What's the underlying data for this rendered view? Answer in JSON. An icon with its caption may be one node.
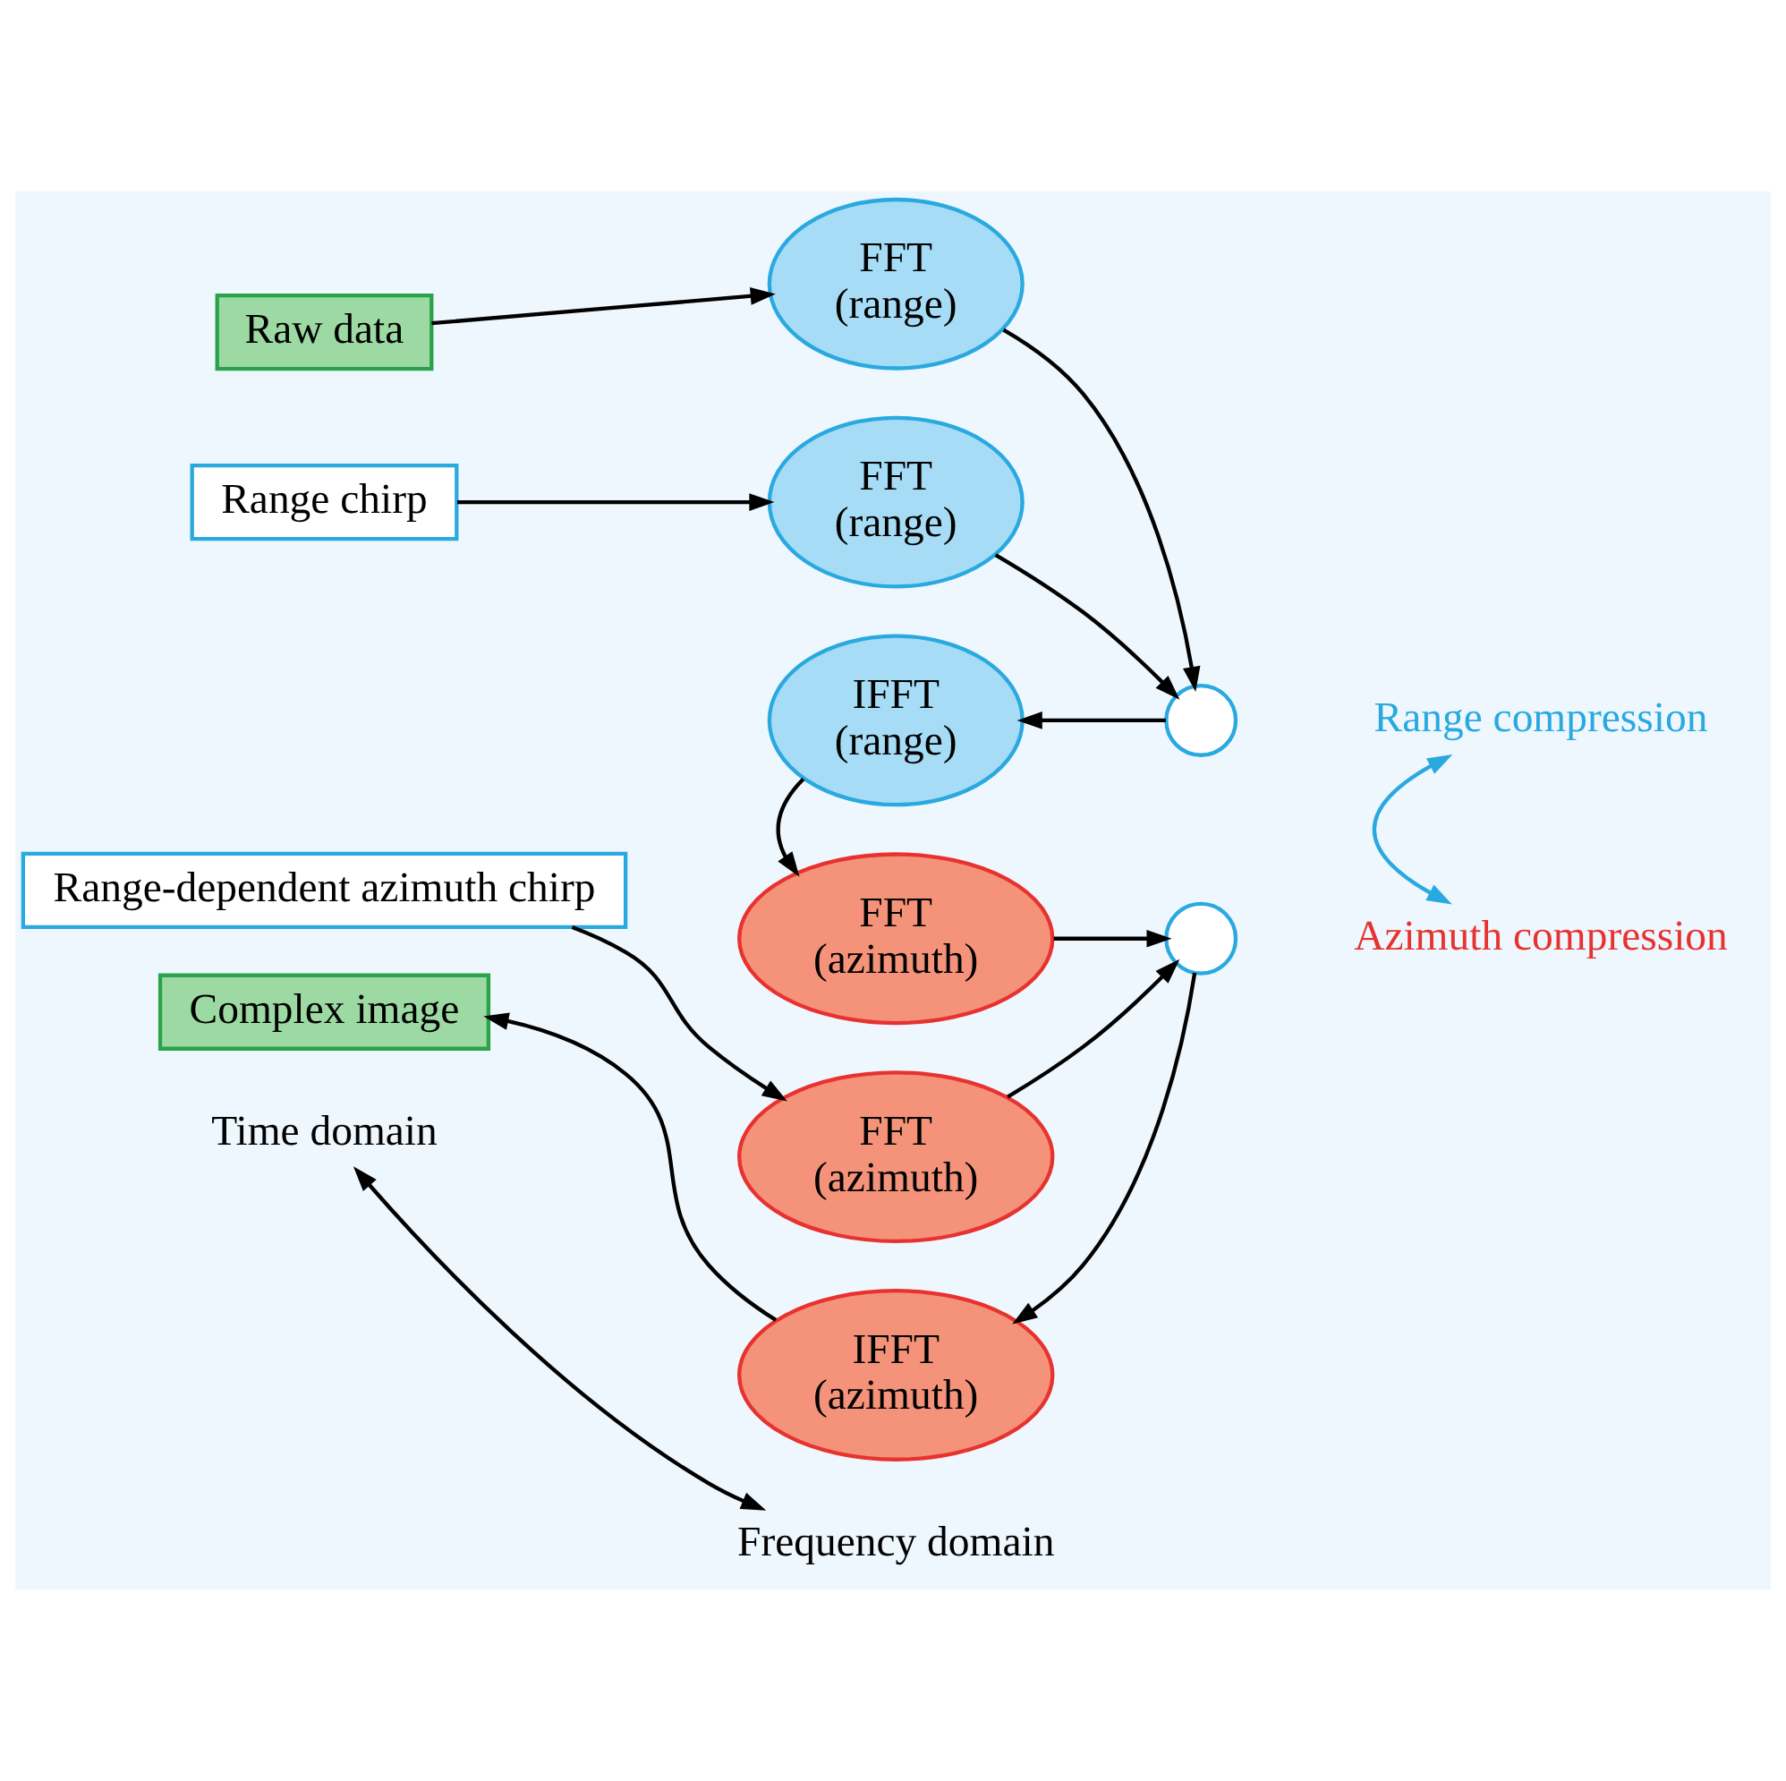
{
  "diagram": {
    "nodes": [
      {
        "text": [
          "Raw data"
        ]
      },
      {
        "text": [
          "FFT",
          "(range)"
        ]
      },
      {
        "text": [
          "Range chirp"
        ]
      },
      {
        "text": [
          "FFT",
          "(range)"
        ]
      },
      {
        "text": [],
        "shape": "circle"
      },
      {
        "text": [
          "IFFT",
          "(range)"
        ]
      },
      {
        "text": [
          "FFT",
          "(azimuth)"
        ]
      },
      {
        "text": [
          "Range-dependent azimuth chirp"
        ]
      },
      {
        "text": [
          "FFT",
          "(azimuth)"
        ]
      },
      {
        "text": [],
        "shape": "circle"
      },
      {
        "text": [
          "IFFT",
          "(azimuth)"
        ]
      },
      {
        "text": [
          "Complex image"
        ]
      },
      {
        "text": [
          "Range compression"
        ]
      },
      {
        "text": [
          "Azimuth compression"
        ]
      },
      {
        "text": [
          "Time domain"
        ]
      },
      {
        "text": [
          "Frequency domain"
        ]
      }
    ],
    "edges": [
      {
        "from": 0,
        "to": 1,
        "arrow": "to"
      },
      {
        "from": 1,
        "to": 4,
        "arrow": "to"
      },
      {
        "from": 2,
        "to": 3,
        "arrow": "to"
      },
      {
        "from": 3,
        "to": 4,
        "arrow": "to"
      },
      {
        "from": 4,
        "to": 5,
        "arrow": "to"
      },
      {
        "from": 5,
        "to": 6,
        "arrow": "to"
      },
      {
        "from": 6,
        "to": 9,
        "arrow": "to"
      },
      {
        "from": 7,
        "to": 8,
        "arrow": "to"
      },
      {
        "from": 8,
        "to": 9,
        "arrow": "to"
      },
      {
        "from": 9,
        "to": 10,
        "arrow": "to"
      },
      {
        "from": 10,
        "to": 11,
        "arrow": "to"
      },
      {
        "from": 12,
        "to": 13,
        "arrow": "both",
        "color": "#29a9e0"
      },
      {
        "from": 14,
        "to": 15,
        "arrow": "both"
      }
    ]
  }
}
